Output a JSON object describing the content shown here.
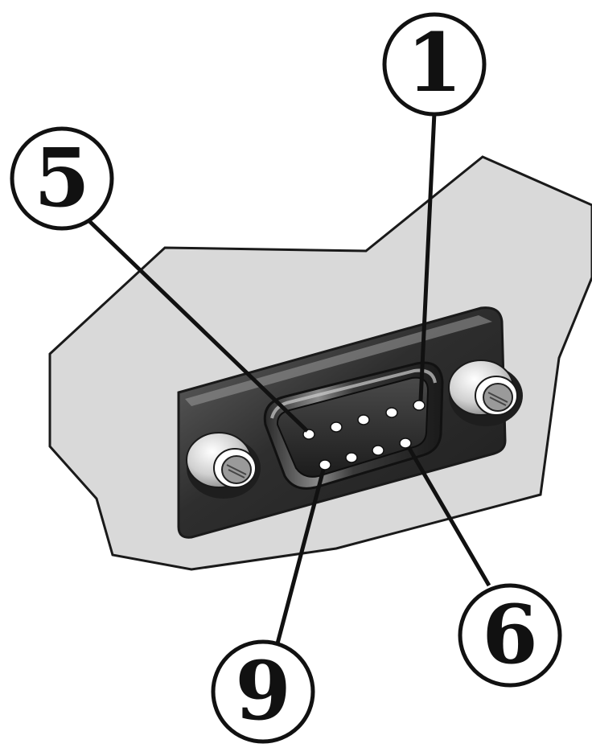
{
  "diagram": {
    "callouts": [
      {
        "id": "pin-1",
        "label": "1"
      },
      {
        "id": "pin-5",
        "label": "5"
      },
      {
        "id": "pin-6",
        "label": "6"
      },
      {
        "id": "pin-9",
        "label": "9"
      }
    ],
    "colors": {
      "panel_fill": "#d9d9d9",
      "outline": "#1a1a1a",
      "plate_dark": "#3a3a3a",
      "connector_body": "#2b2b2b",
      "pin_hole": "#ffffff",
      "screw_light": "#eeeeee"
    }
  }
}
